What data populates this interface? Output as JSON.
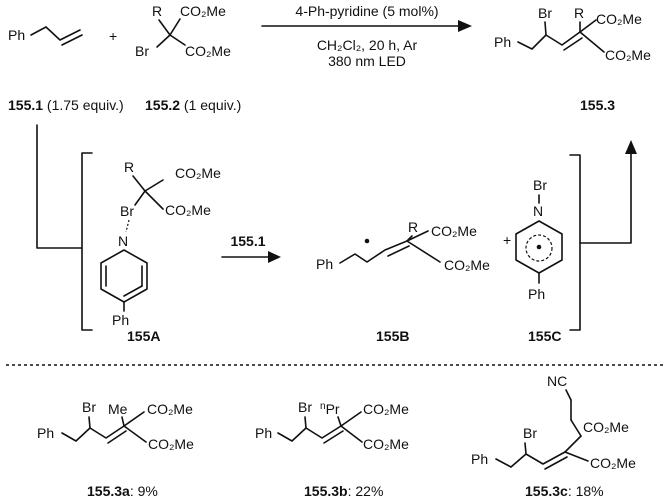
{
  "reaction": {
    "reagent_1": "Ph",
    "plus": "+",
    "reagent_2": {
      "r": "R",
      "br": "Br",
      "ester_top": "CO₂Me",
      "ester_bottom": "CO₂Me"
    },
    "conditions": {
      "catalyst": "4-Ph-pyridine (5 mol%)",
      "solvent_time_atm": "CH₂Cl₂, 20 h, Ar",
      "light": "380 nm LED"
    },
    "product": {
      "ph": "Ph",
      "br": "Br",
      "r": "R",
      "ester_top": "CO₂Me",
      "ester_bottom": "CO₂Me"
    },
    "label_1_id": "155.1",
    "label_1_equiv": " (1.75 equiv.)",
    "label_2_id": "155.2",
    "label_2_equiv": " (1 equiv.)",
    "label_3_id": "155.3"
  },
  "mechanism": {
    "complex_A": {
      "r": "R",
      "br": "Br",
      "n": "N",
      "ph": "Ph",
      "ester_top": "CO₂Me",
      "ester_bottom": "CO₂Me",
      "label": "155A"
    },
    "arrow_reagent": "155.1",
    "radical_B": {
      "ph": "Ph",
      "r": "R",
      "ester_top": "CO₂Me",
      "ester_bottom": "CO₂Me",
      "label": "155B"
    },
    "plus": "+",
    "radical_C": {
      "br": "Br",
      "n": "N",
      "ph": "Ph",
      "label": "155C"
    }
  },
  "examples": [
    {
      "id": "155.3a",
      "yield": ": 9%",
      "ph": "Ph",
      "br": "Br",
      "sub": "Me",
      "ester_top": "CO₂Me",
      "ester_bottom": "CO₂Me"
    },
    {
      "id": "155.3b",
      "yield": ": 22%",
      "ph": "Ph",
      "br": "Br",
      "sub_sup": "n",
      "sub": "Pr",
      "ester_top": "CO₂Me",
      "ester_bottom": "CO₂Me"
    },
    {
      "id": "155.3c",
      "yield": ": 18%",
      "ph": "Ph",
      "br": "Br",
      "nc": "NC",
      "ester_top": "CO₂Me",
      "ester_bottom": "CO₂Me"
    }
  ]
}
